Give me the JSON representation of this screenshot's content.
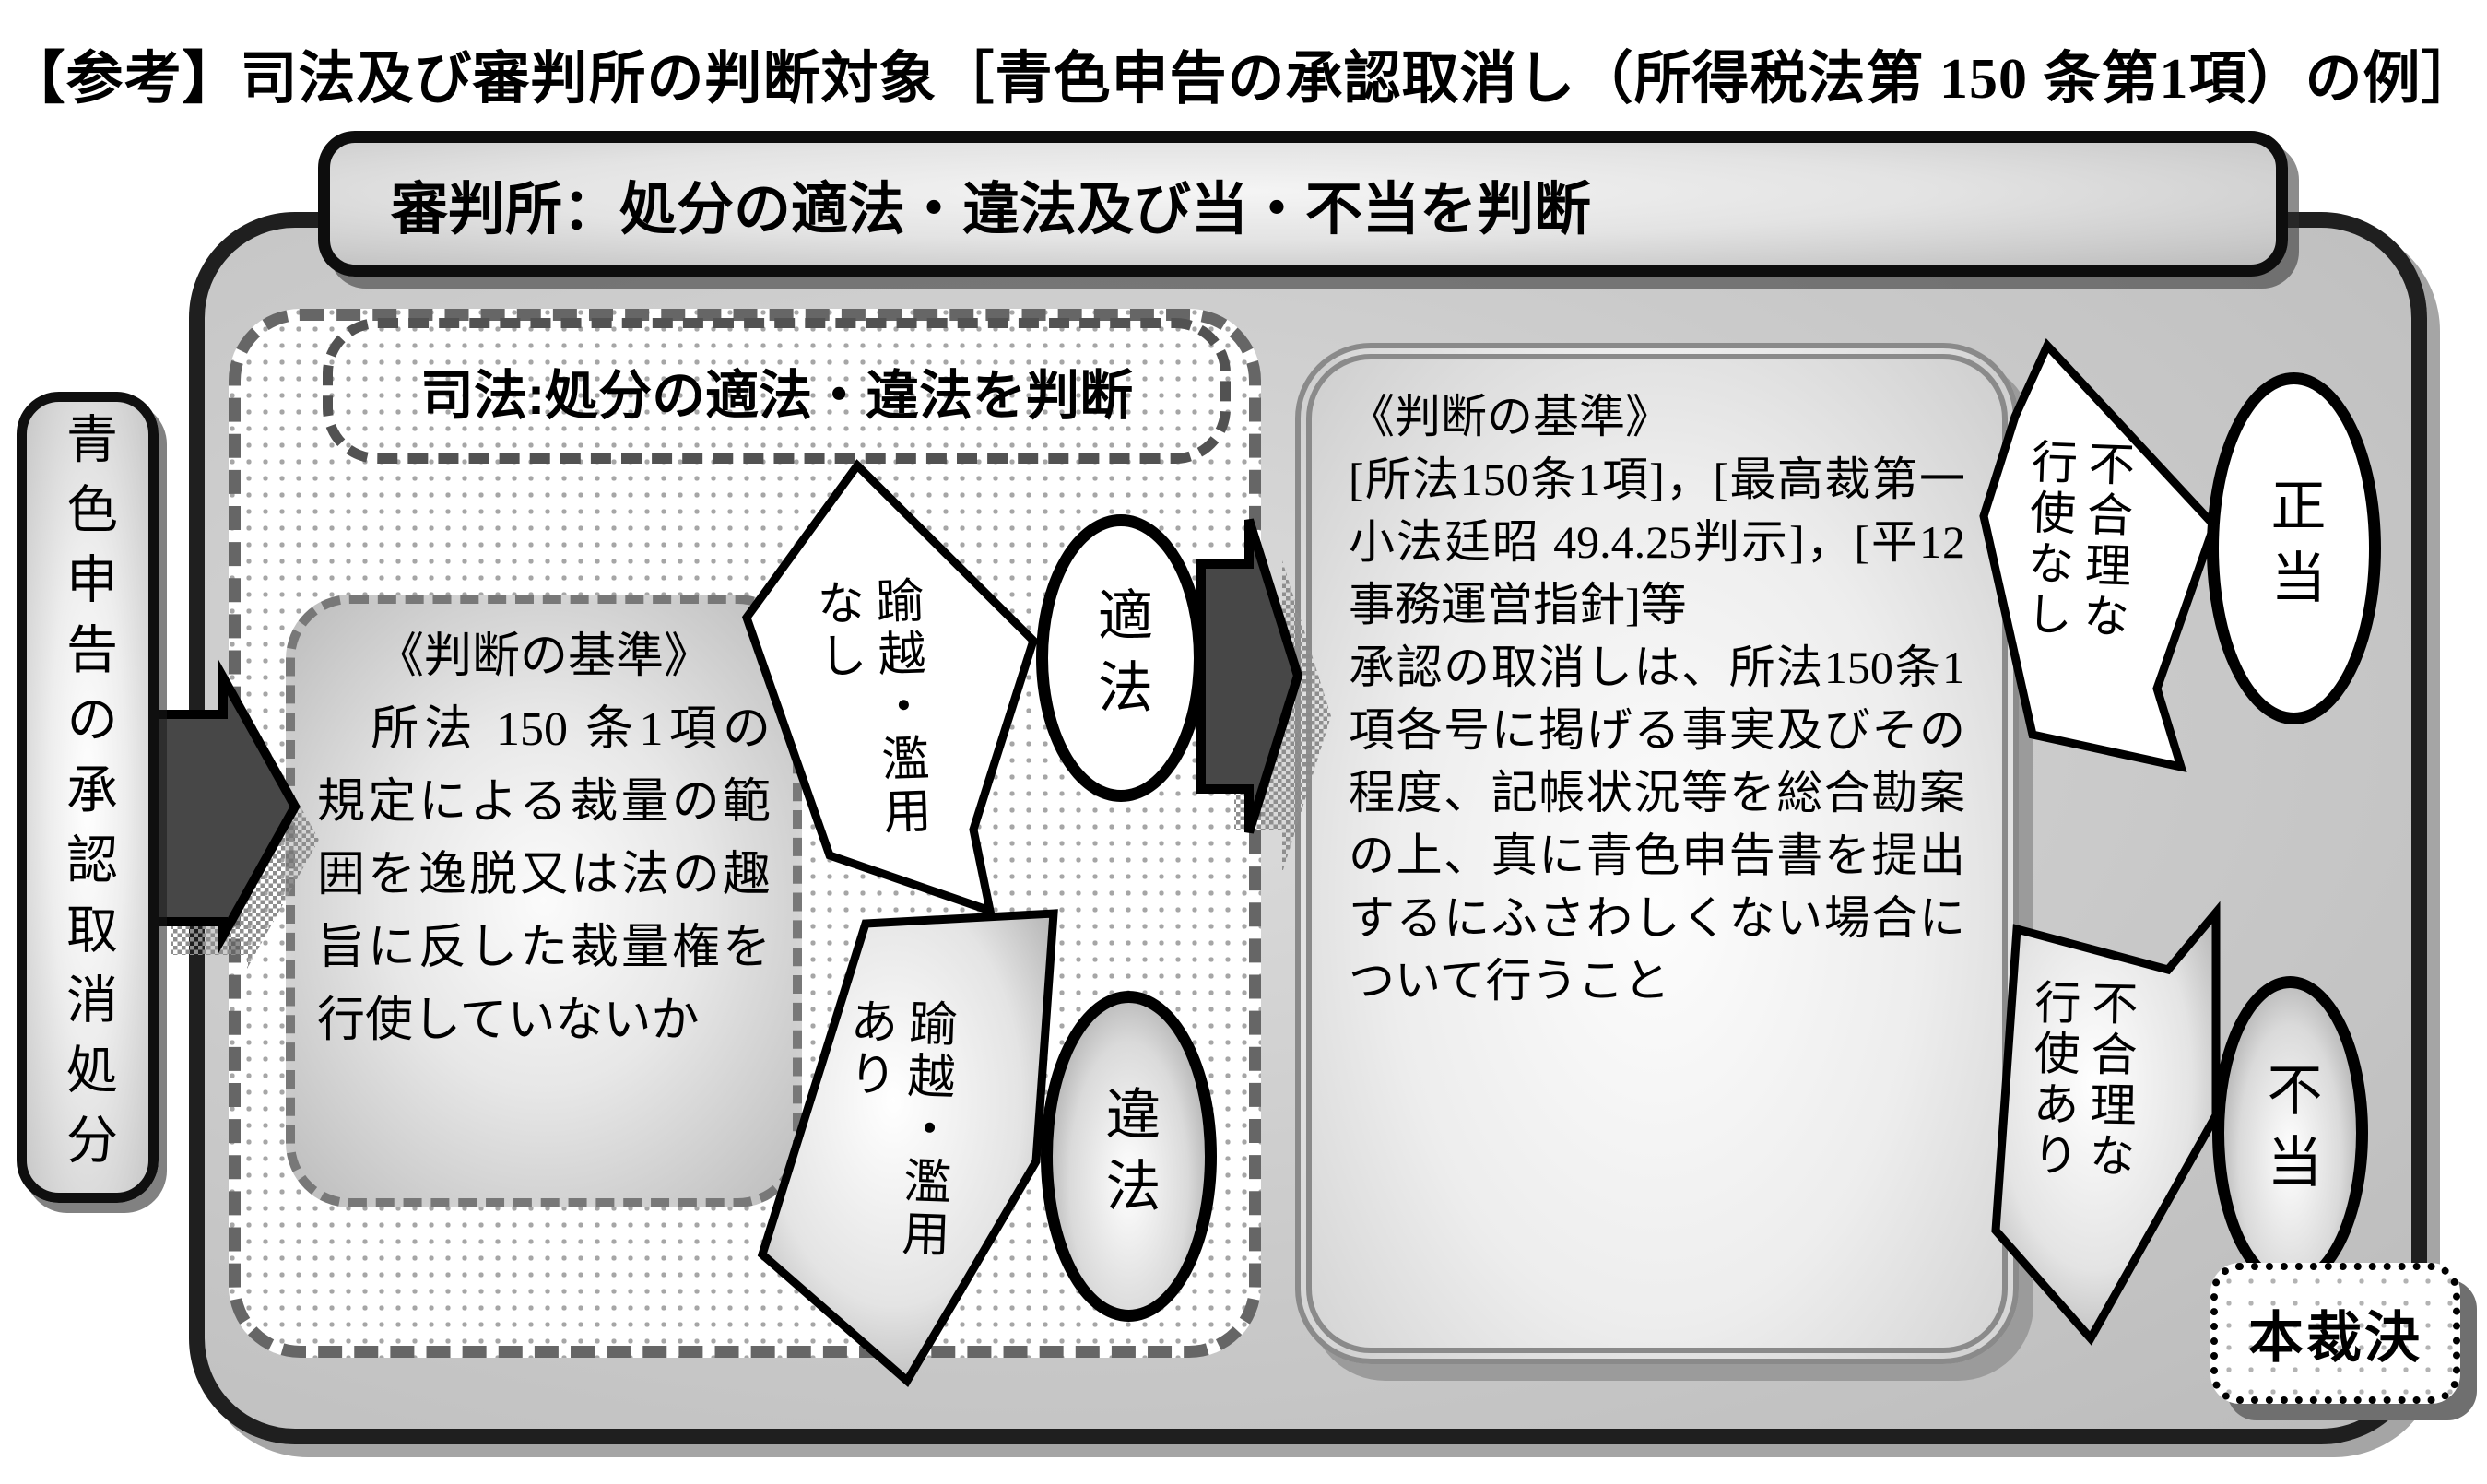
{
  "title": "【参考】司法及び審判所の判断対象［青色申告の承認取消し（所得税法第 150 条第1項）の例］",
  "banner": {
    "label": "審判所：処分の適法・違法及び当・不当を判断"
  },
  "source_box": {
    "label": "青色申告の承認取消処分"
  },
  "judicial": {
    "header": "司法:処分の適法・違法を判断",
    "criteria": {
      "heading": "《判断の基準》",
      "body": "　所法 150 条1項の規定による裁量の範囲を逸脱又は法の趣旨に反した裁量権を行使していないか"
    }
  },
  "tribunal": {
    "criteria_heading": "《判断の基準》",
    "criteria_sources": "[所法150条1項]，[最高裁第一小法廷昭 49.4.25判示]，[平12事務運営指針]等",
    "criteria_body": "承認の取消しは、所法150条1項各号に掲げる事実及びその程度、記帳状況等を総合勘案の上、真に青色申告書を提出するにふさわしくない場合について行うこと"
  },
  "branches": [
    {
      "condition_line1": "踰越・濫用",
      "condition_line2": "なし",
      "result": "適法"
    },
    {
      "condition_line1": "踰越・濫用",
      "condition_line2": "あり",
      "result": "違法"
    },
    {
      "condition_line1": "不合理な",
      "condition_line2": "行使なし",
      "result": "正当"
    },
    {
      "condition_line1": "不合理な",
      "condition_line2": "行使あり",
      "result": "不当"
    }
  ],
  "decision_box": {
    "label": "本裁決"
  },
  "colors": {
    "container_fill": "#c9c9c9",
    "arrow_dark": "#474747",
    "dash_border": "#666666",
    "double_border": "#8a8a8a",
    "ellipse_border": "#000000"
  }
}
